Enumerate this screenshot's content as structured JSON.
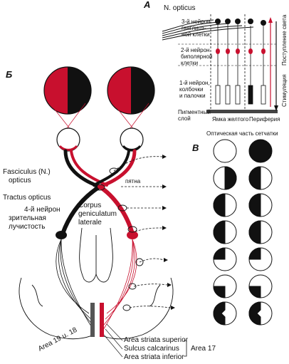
{
  "panels": {
    "a": "A",
    "b": "Б",
    "c": "В"
  },
  "retina": {
    "n_opticus": "N. opticus",
    "layer3": [
      "3-й нейрон",
      "ганглиоз-",
      "ной клетки"
    ],
    "layer2": [
      "2-й нейрон",
      "биполярной",
      "клетки"
    ],
    "layer1": [
      "1-й нейрон,",
      "колбочки",
      "и палочки"
    ],
    "pigment": [
      "Пигментный",
      "слой"
    ],
    "fovea": "Ямка желтого",
    "periphery": "Периферия",
    "light_in": "Поступление света",
    "stimulation": "Стимуляция"
  },
  "fields": {
    "title": "Оптическая часть сетчатки"
  },
  "pathway": {
    "spot": "пятна",
    "fasciculus": [
      "Fasciculus (N.)",
      "opticus"
    ],
    "tractus": "Tractus opticus",
    "neuron4": [
      "4-й нейрон",
      "зрительная",
      "лучистость"
    ],
    "cgl": [
      "Corpus",
      "geniculatum",
      "laterale"
    ],
    "area1918": "Area 19 u. 18",
    "striata_sup": "Area striata superior",
    "sulcus": "Sulcus calcarinus",
    "striata_inf": "Area striata inferior",
    "area17": "Area 17"
  },
  "colors": {
    "red": "#c8102e",
    "black": "#111111"
  }
}
